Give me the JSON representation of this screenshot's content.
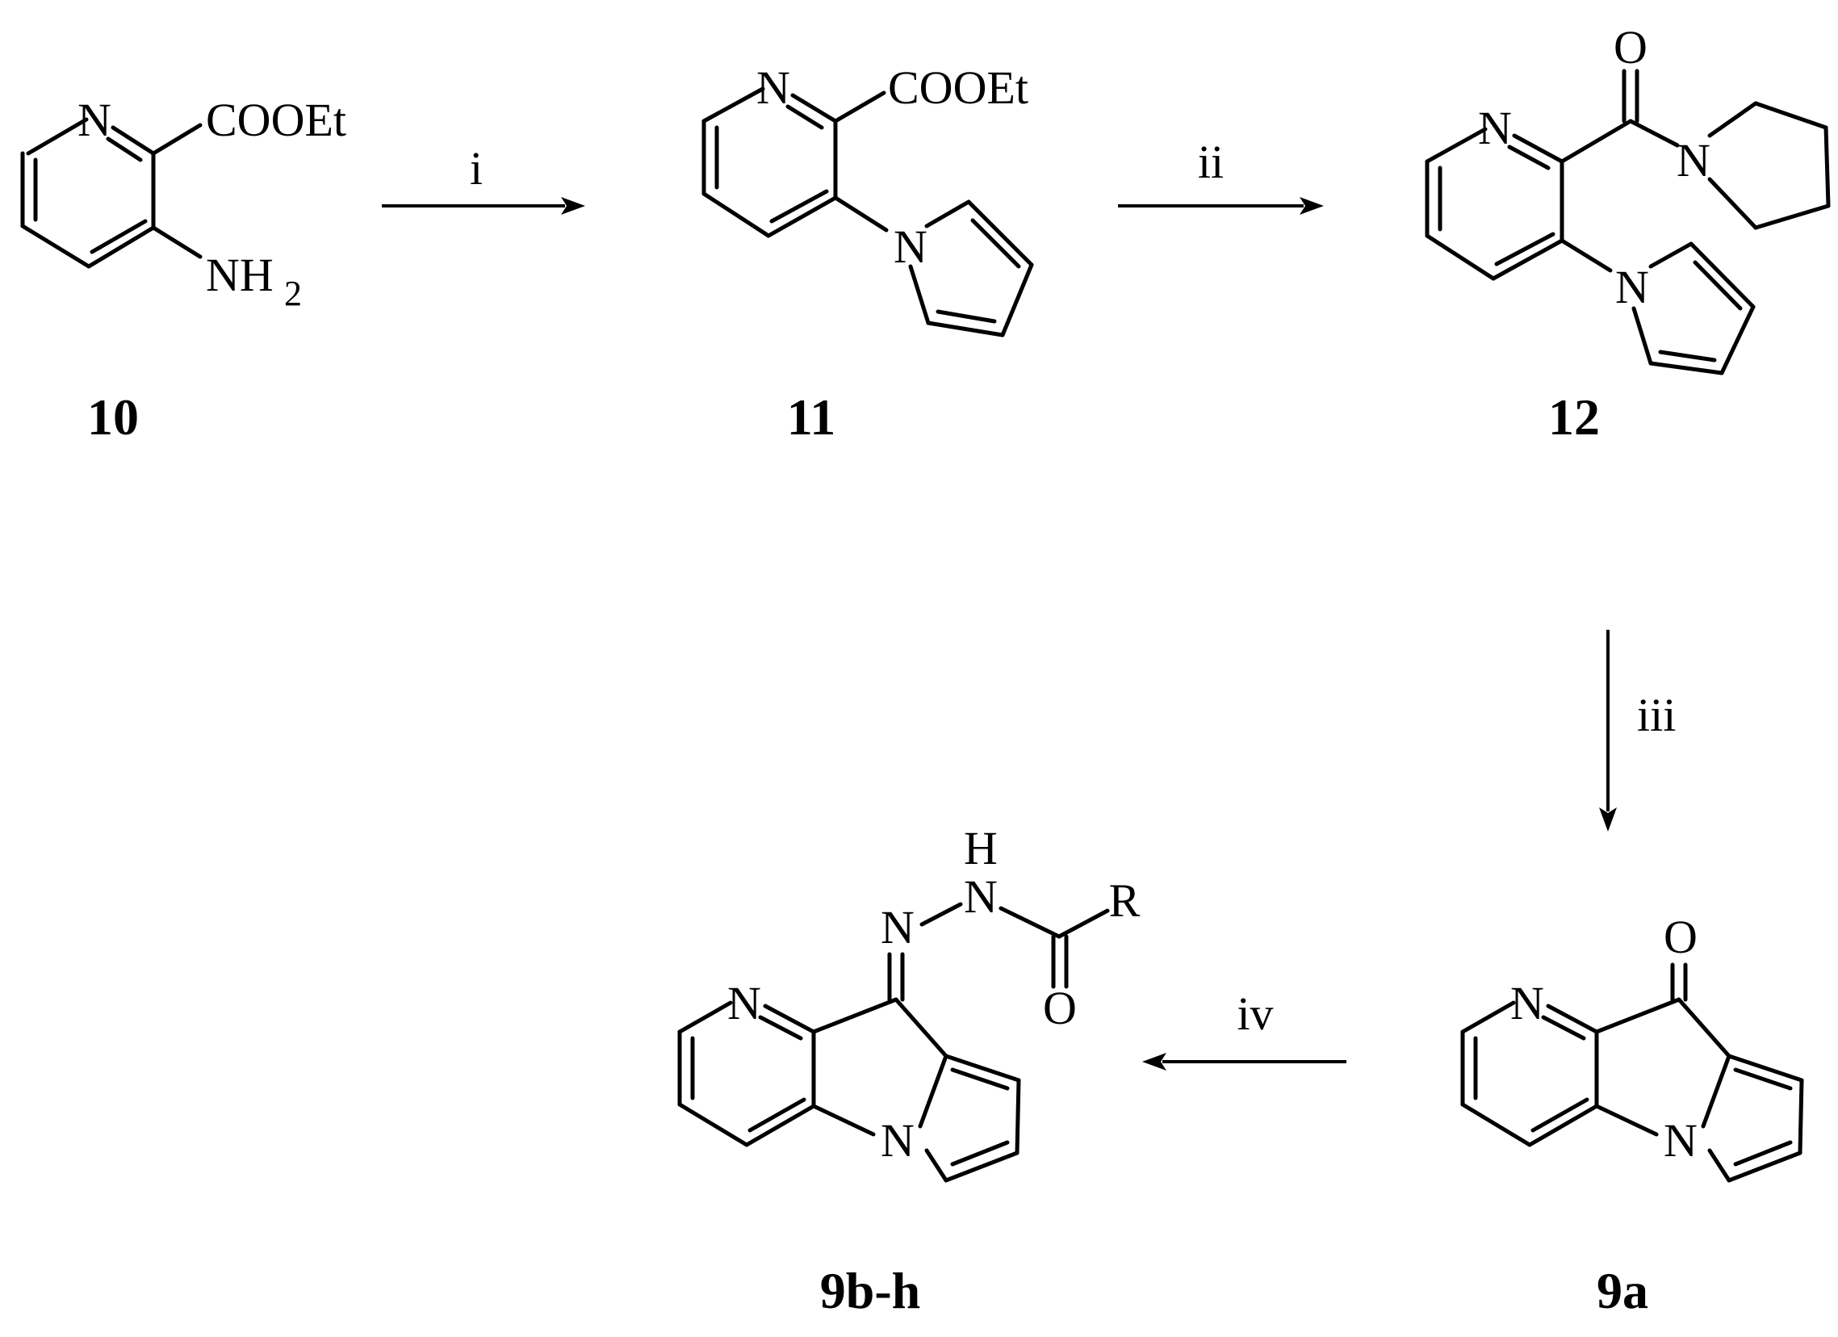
{
  "scheme": {
    "compounds": [
      {
        "id": "c10",
        "label": "10"
      },
      {
        "id": "c11",
        "label": "11"
      },
      {
        "id": "c12",
        "label": "12"
      },
      {
        "id": "c9a",
        "label": "9a"
      },
      {
        "id": "c9bh",
        "label": "9b-h"
      }
    ],
    "reagents": {
      "step1": "i",
      "step2": "ii",
      "step3": "iii",
      "step4": "iv"
    },
    "atoms": {
      "N": "N",
      "O": "O",
      "H": "H",
      "R": "R",
      "COOEt": "COOEt",
      "NH": "NH",
      "sub2": "2"
    }
  }
}
